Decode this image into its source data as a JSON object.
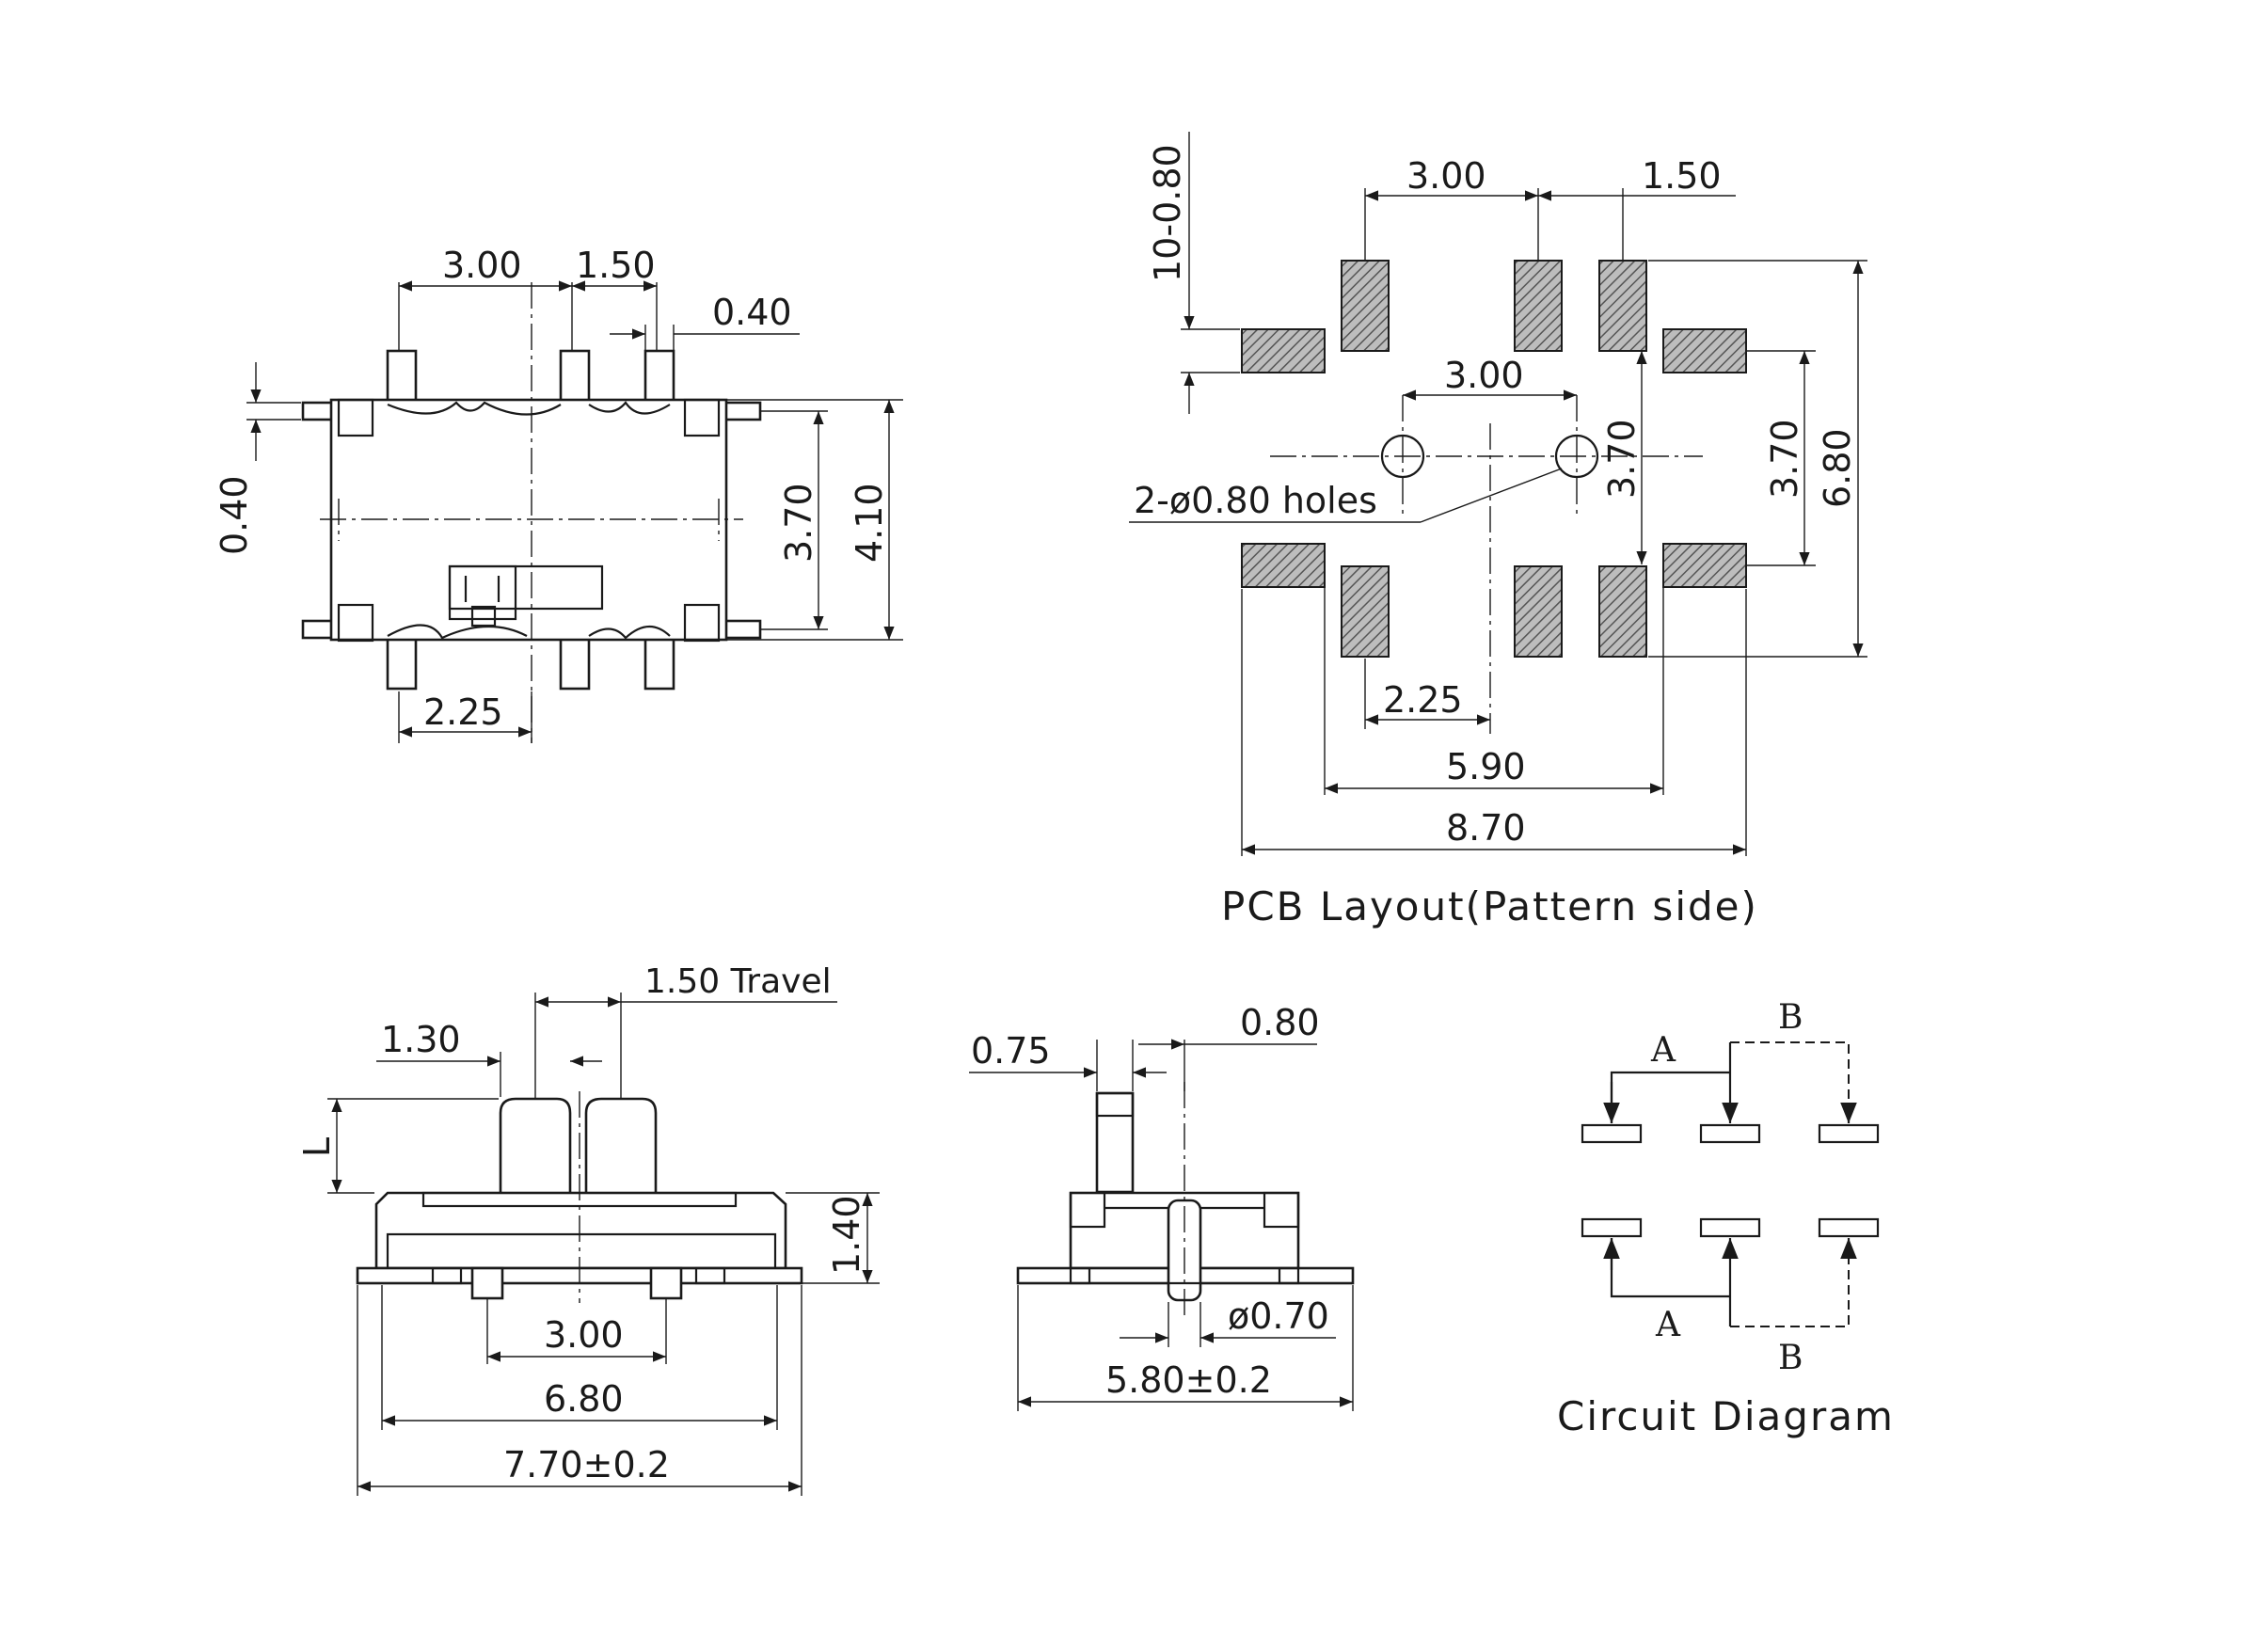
{
  "top_view": {
    "dim_pin_pitch_a": "3.00",
    "dim_pin_pitch_b": "1.50",
    "dim_pin_width": "0.40",
    "dim_lead_thickness": "0.40",
    "dim_body_inner": "3.70",
    "dim_body_outer": "4.10",
    "dim_pin_offset": "2.25"
  },
  "pcb_layout": {
    "title": "PCB Layout(Pattern side)",
    "dim_pad_size": "10-0.80",
    "dim_pad_pitch_a": "3.00",
    "dim_pad_pitch_b": "1.50",
    "dim_hole_pitch": "3.00",
    "holes_label": "2-ø0.80 holes",
    "dim_hole_row": "3.70",
    "dim_side_pads": "3.70",
    "dim_overall_height": "6.80",
    "dim_pad_offset": "2.25",
    "dim_inner_width": "5.90",
    "dim_overall_width": "8.70"
  },
  "front_view": {
    "travel_label": "1.50 Travel",
    "dim_knob_width": "1.30",
    "dim_knob_height": "L",
    "dim_body_height": "1.40",
    "dim_post_pitch": "3.00",
    "dim_body_width": "6.80",
    "dim_overall_width": "7.70±0.2"
  },
  "side_view": {
    "dim_knob": "0.75",
    "dim_offset": "0.80",
    "dim_post_dia": "ø0.70",
    "dim_width": "5.80±0.2"
  },
  "circuit": {
    "title": "Circuit Diagram",
    "label_a_top": "A",
    "label_b_top": "B",
    "label_a_bottom": "A",
    "label_b_bottom": "B"
  }
}
